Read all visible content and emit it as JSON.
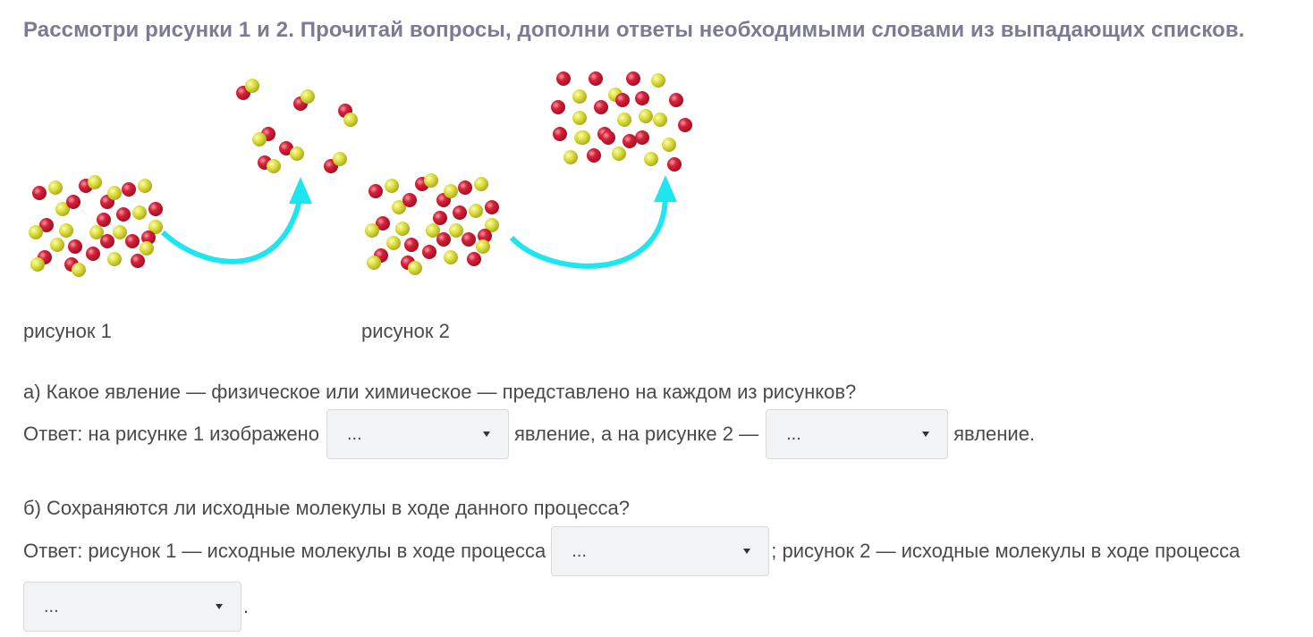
{
  "task": {
    "title": "Рассмотри рисунки 1 и 2. Прочитай вопросы, дополни ответы необходимыми словами из выпадающих списков."
  },
  "figures": [
    {
      "label": "рисунок 1"
    },
    {
      "label": "рисунок 2"
    }
  ],
  "colors": {
    "molecule_red": "#d8203a",
    "molecule_yellow": "#dde03a",
    "arrow": "#1ee6f0",
    "title": "#7b7b93"
  },
  "question_a": {
    "text": "а) Какое явление — физическое или химическое — представлено на каждом из рисунков?",
    "answer_prefix": "Ответ: на рисунке 1 изображено",
    "select1_value": "...",
    "middle": "явление, а на рисунке 2 —",
    "select2_value": "...",
    "suffix": "явление."
  },
  "question_b": {
    "text": "б) Сохраняются ли исходные молекулы в ходе данного процесса?",
    "answer_prefix": "Ответ: рисунок 1 — исходные молекулы в ходе процесса",
    "select1_value": "...",
    "middle": "; рисунок 2 — исходные молекулы в ходе процесса",
    "select2_value": "...",
    "suffix": "."
  }
}
